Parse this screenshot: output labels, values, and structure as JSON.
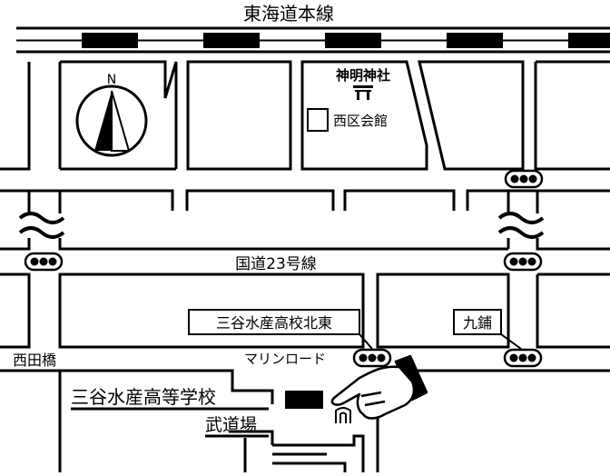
{
  "railway": {
    "label": "東海道本線"
  },
  "compass": {
    "label": "N"
  },
  "landmarks": {
    "shrine": "神明神社",
    "shrine_symbol": "⛩",
    "hall": "西区会館"
  },
  "roads": {
    "national": "国道23号線",
    "marine": "マリンロード",
    "bridge": "西田橋"
  },
  "intersections": {
    "mitani_north_east": "三谷水産高校北東",
    "kuho": "九鋪"
  },
  "school": {
    "name": "三谷水産高等学校",
    "dojo": "武道場"
  },
  "colors": {
    "ink": "#000000",
    "paper": "#ffffff"
  }
}
